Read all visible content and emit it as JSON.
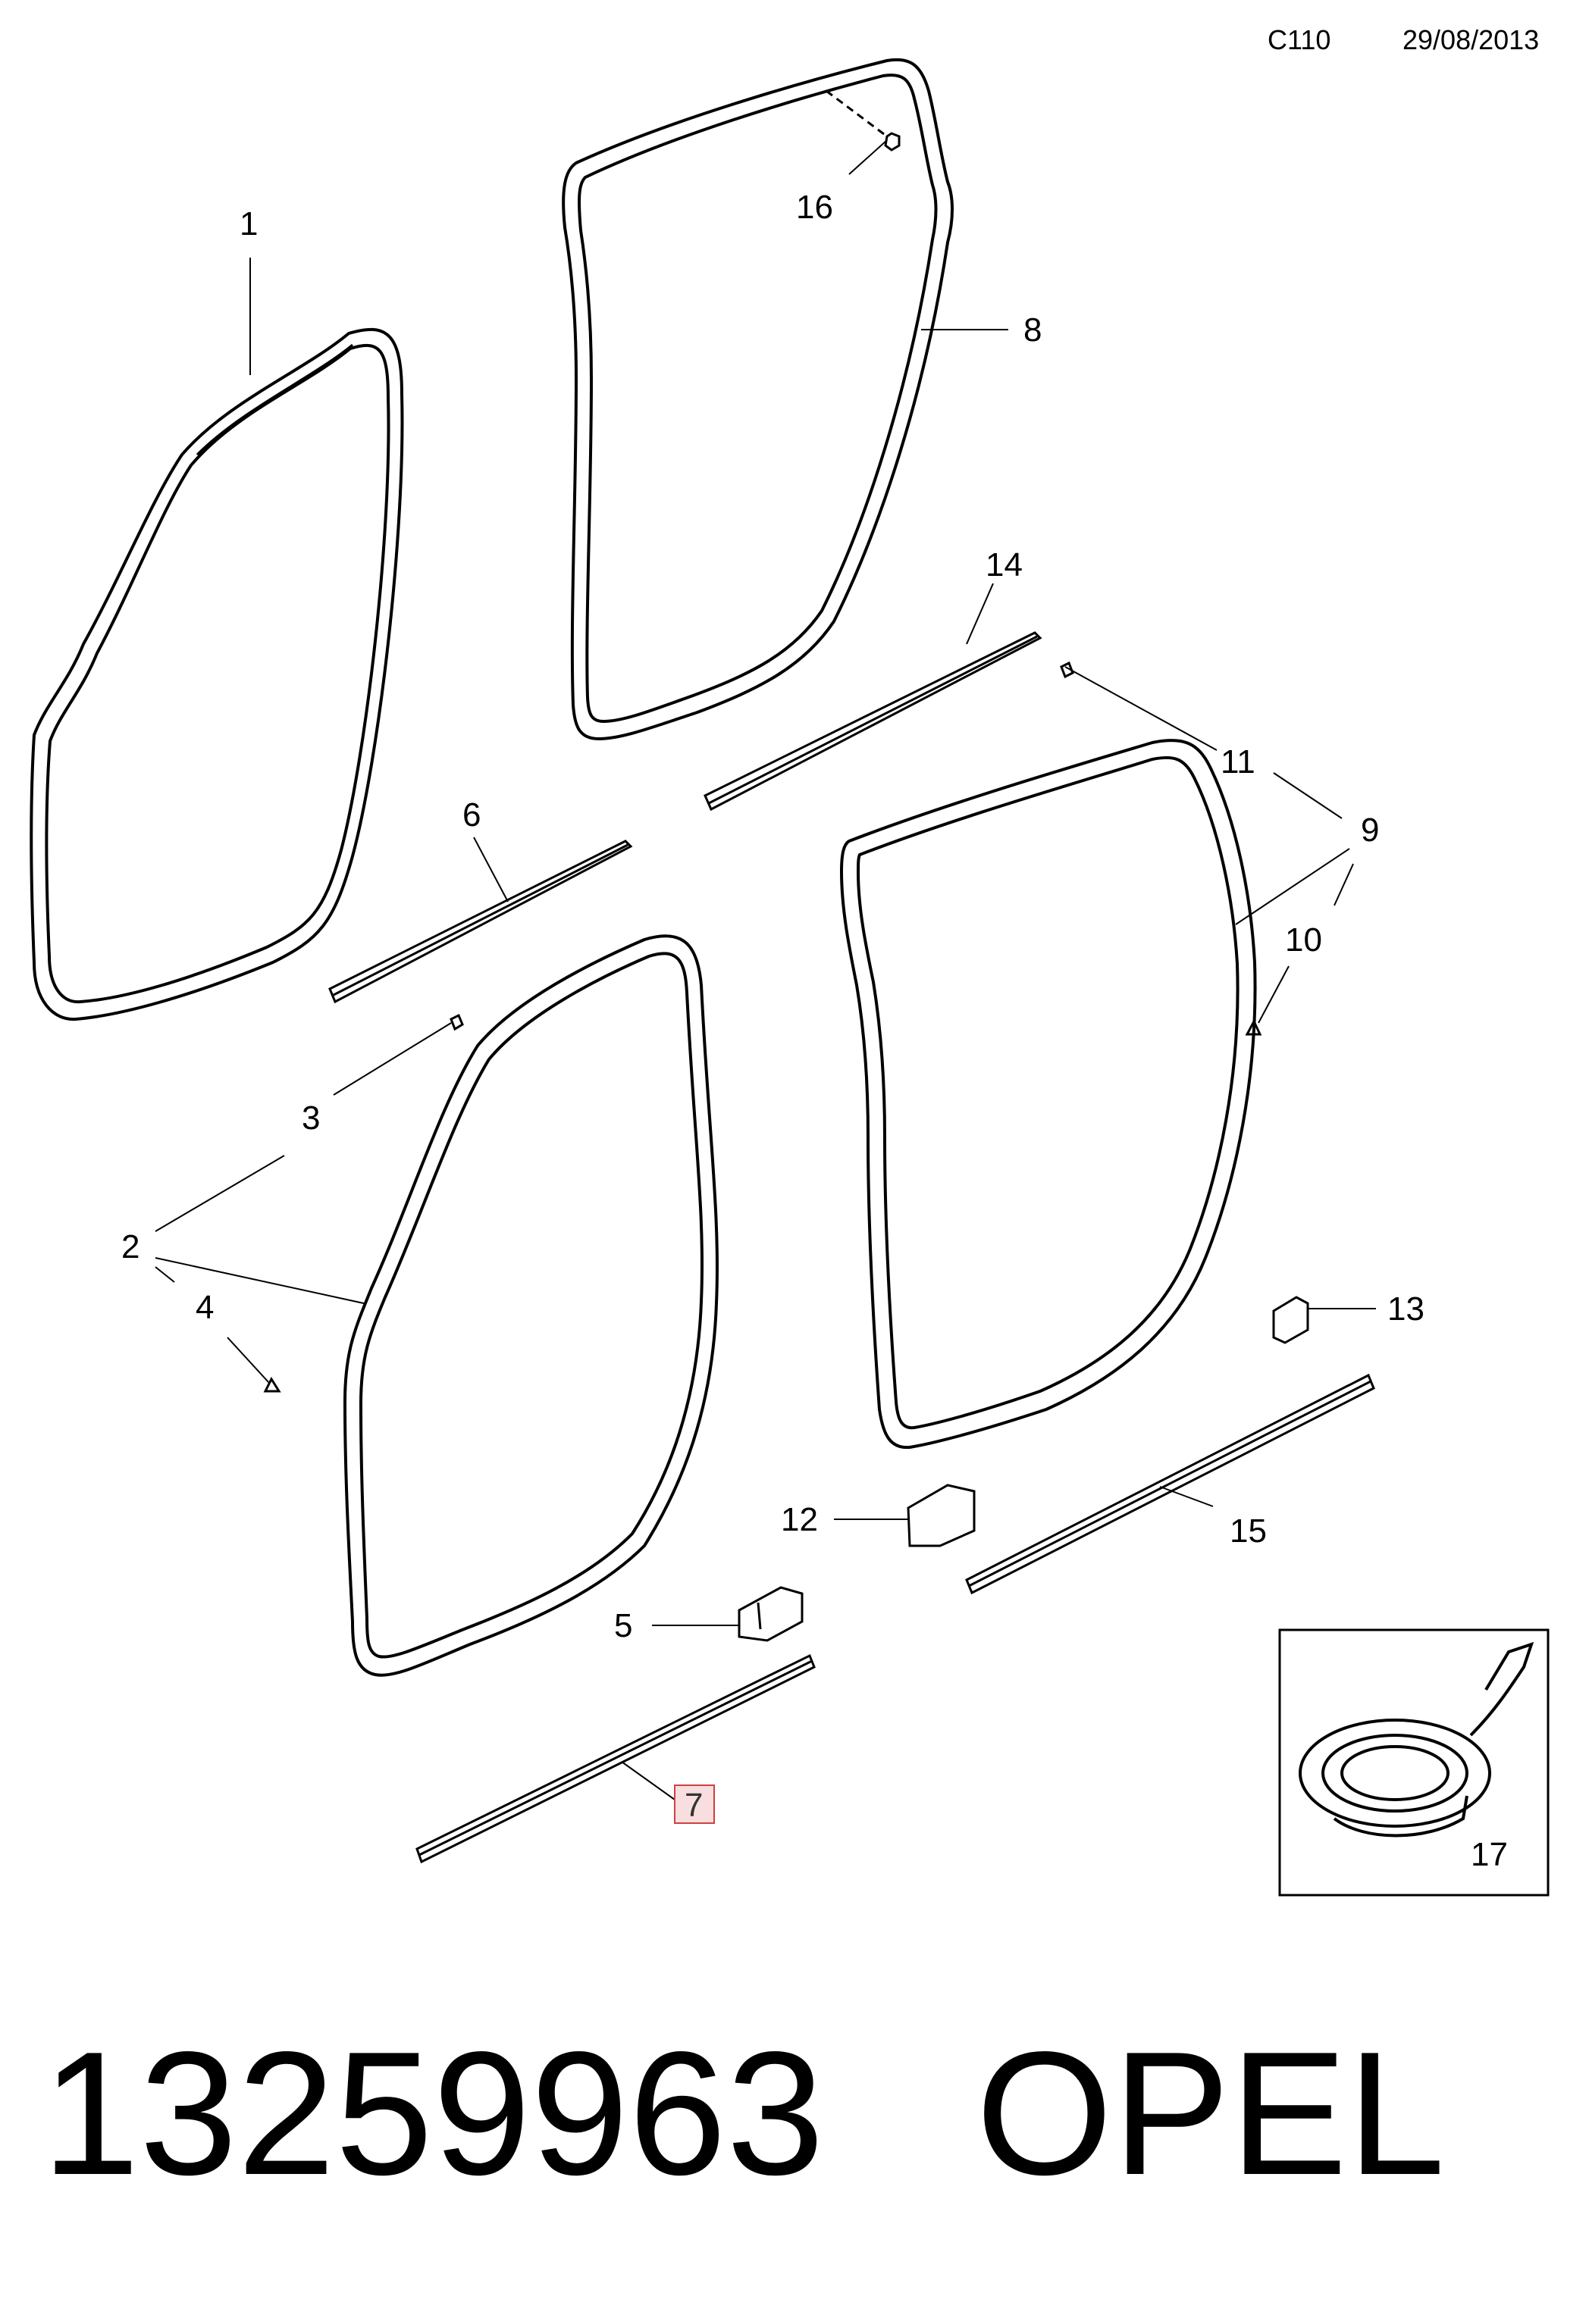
{
  "header": {
    "code": "C110",
    "date": "29/08/2013"
  },
  "callouts": {
    "c1": "1",
    "c2": "2",
    "c3": "3",
    "c4": "4",
    "c5": "5",
    "c6": "6",
    "c7": "7",
    "c8": "8",
    "c9": "9",
    "c10": "10",
    "c11": "11",
    "c12": "12",
    "c13": "13",
    "c14": "14",
    "c15": "15",
    "c16": "16",
    "c17": "17"
  },
  "highlighted_callout": "7",
  "footer": {
    "part_number": "13259963",
    "brand": "OPEL"
  },
  "colors": {
    "line": "#000000",
    "highlight_fill": "#f8dede",
    "highlight_border": "#d04040"
  }
}
